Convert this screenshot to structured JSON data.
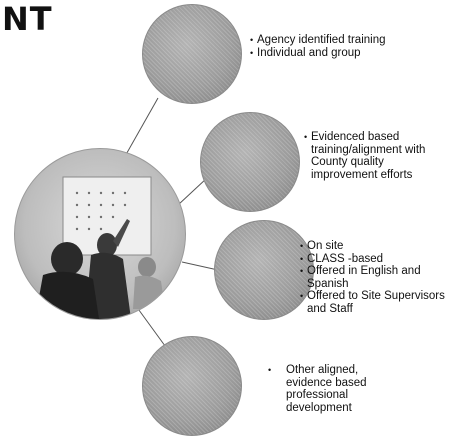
{
  "page": {
    "title": "NT"
  },
  "nodes": [
    {
      "label": "",
      "bullets": [
        "Agency identified training",
        "Individual and group"
      ]
    },
    {
      "label": "",
      "bullets": [
        "Evidenced based training/alignment with County quality improvement efforts"
      ]
    },
    {
      "label": "",
      "bullets": [
        "On site",
        "CLASS -based",
        "Offered in English and Spanish",
        "Offered to Site Supervisors and Staff"
      ]
    },
    {
      "label": "",
      "bullets": [
        "Other aligned, evidence based professional development"
      ]
    }
  ]
}
